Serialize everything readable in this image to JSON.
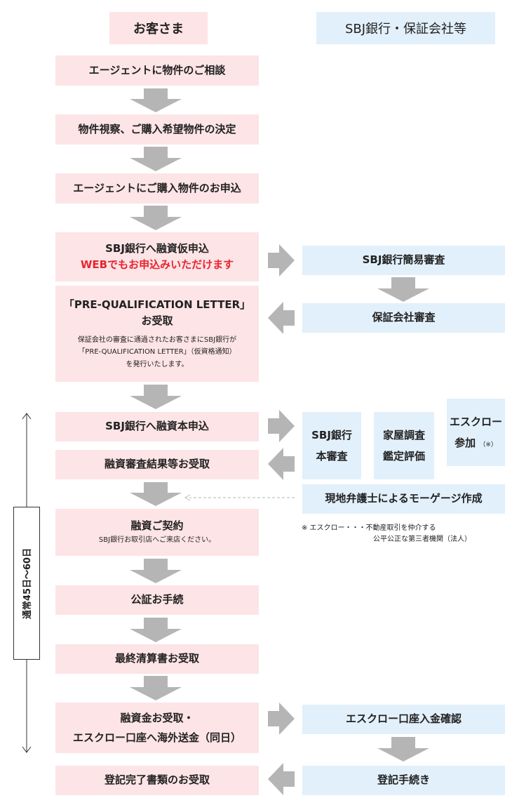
{
  "columns": {
    "customer": "お客さま",
    "bank": "SBJ銀行・保証会社等"
  },
  "left_steps": {
    "s1": "エージェントに物件のご相談",
    "s2": "物件視察、ご購入希望物件の決定",
    "s3": "エージェントにご購入物件のお申込",
    "s4": {
      "line1": "SBJ銀行へ融資仮申込",
      "line2": "WEBでもお申込みいただけます"
    },
    "s5": {
      "line1": "「PRE-QUALIFICATION LETTER」",
      "line2": "お受取",
      "sub1": "保証会社の審査に通過されたお客さまにSBJ銀行が",
      "sub2": "「PRE-QUALIFICATION LETTER」（仮資格通知）",
      "sub3": "を発行いたします。"
    },
    "s6": "SBJ銀行へ融資本申込",
    "s7": "融資審査結果等お受取",
    "s8": {
      "line1": "融資ご契約",
      "sub": "SBJ銀行お取引店へご来店ください。"
    },
    "s9": "公証お手続",
    "s10": "最終清算書お受取",
    "s11": {
      "line1": "融資金お受取・",
      "line2": "エスクロー口座へ海外送金（同日）"
    },
    "s12": "登記完了書類のお受取"
  },
  "right_steps": {
    "r1": "SBJ銀行簡易審査",
    "r2": "保証会社審査",
    "r3": {
      "line1": "SBJ銀行",
      "line2": "本審査"
    },
    "r4": {
      "line1": "家屋調査",
      "line2": "鑑定評価"
    },
    "r5": {
      "line1": "エスクロー",
      "line2": "参加",
      "mark": "（※）"
    },
    "r6": "現地弁護士によるモーゲージ作成",
    "r7": "エスクロー口座入金確認",
    "r8": "登記手続き"
  },
  "note": {
    "line1": "※ エスクロー・・・不動産取引を仲介する",
    "line2": "公平公正な第三者機関（法人）"
  },
  "duration_label": "通常45日～60日",
  "colors": {
    "customer_box": "#fde4e6",
    "bank_box": "#e2f0fb",
    "arrow": "#b5b5b5",
    "highlight_text": "#e8242f"
  }
}
